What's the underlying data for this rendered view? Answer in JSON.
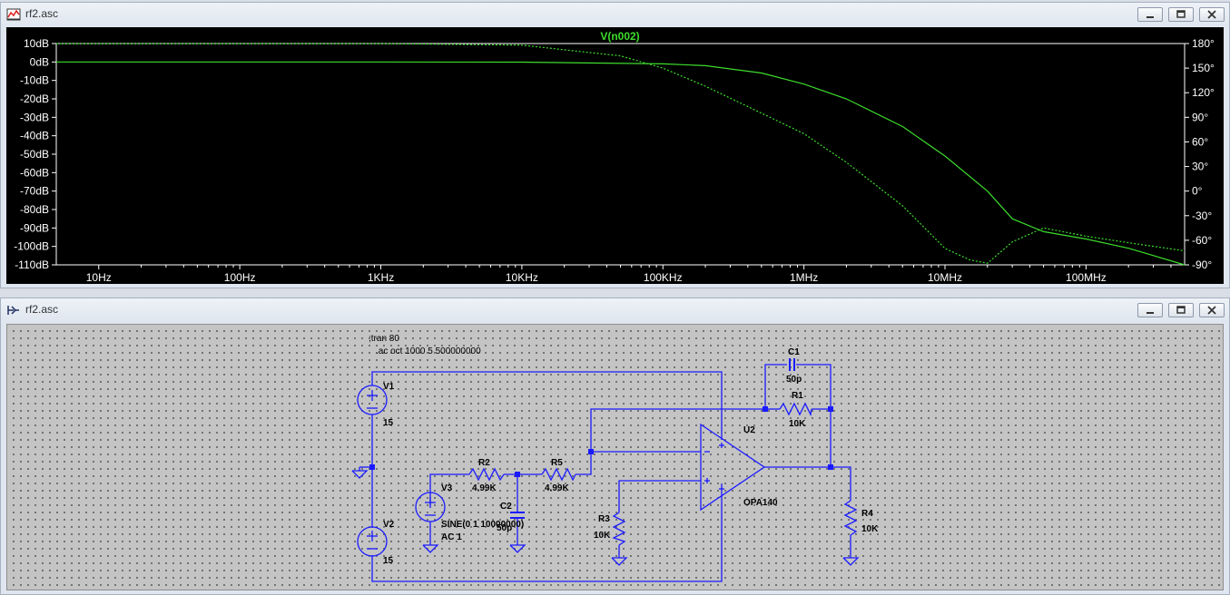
{
  "waveform_window": {
    "title": "rf2.asc",
    "trace_label": "V(n002)",
    "left_axis_ticks": [
      "10dB",
      "0dB",
      "-10dB",
      "-20dB",
      "-30dB",
      "-40dB",
      "-50dB",
      "-60dB",
      "-70dB",
      "-80dB",
      "-90dB",
      "-100dB",
      "-110dB"
    ],
    "right_axis_ticks": [
      "180°",
      "150°",
      "120°",
      "90°",
      "60°",
      "30°",
      "0°",
      "-30°",
      "-60°",
      "-90°"
    ],
    "x_axis_ticks": [
      "10Hz",
      "100Hz",
      "1KHz",
      "10KHz",
      "100KHz",
      "1MHz",
      "10MHz",
      "100MHz"
    ],
    "colors": {
      "background": "#000000",
      "trace": "#3ddc2c",
      "axis_text": "#ffffff",
      "trace_label": "#3ddc2c"
    }
  },
  "chart_data": {
    "type": "line",
    "title": "V(n002)",
    "x_scale": "log",
    "xlim_hz": [
      5,
      500000000
    ],
    "y_left_range_db": [
      -110,
      10
    ],
    "y_right_range_deg": [
      -90,
      180
    ],
    "series": [
      {
        "name": "V(n002)",
        "axis": "left",
        "style": "solid",
        "x_hz": [
          5,
          10,
          100,
          1000,
          10000,
          100000,
          200000,
          500000,
          1000000,
          2000000,
          5000000,
          10000000,
          20000000,
          30000000,
          50000000,
          100000000,
          200000000,
          500000000
        ],
        "y_db": [
          0,
          0,
          0,
          0,
          -0.1,
          -1,
          -2,
          -6,
          -12,
          -20,
          -35,
          -51,
          -70,
          -85,
          -92,
          -96,
          -101,
          -110
        ]
      },
      {
        "name": "V(n002) phase",
        "axis": "right",
        "style": "dotted",
        "x_hz": [
          5,
          10,
          100,
          1000,
          10000,
          50000,
          100000,
          200000,
          500000,
          1000000,
          2000000,
          5000000,
          10000000,
          15000000,
          20000000,
          30000000,
          50000000,
          100000000,
          200000000,
          500000000
        ],
        "y_deg": [
          180,
          180,
          180,
          180,
          178,
          165,
          150,
          128,
          95,
          70,
          35,
          -18,
          -70,
          -84,
          -88,
          -62,
          -45,
          -55,
          -63,
          -73
        ]
      }
    ]
  },
  "schematic_window": {
    "title": "rf2.asc",
    "directives": {
      "tran": ";tran 80",
      "ac": ".ac oct 1000 5 500000000"
    },
    "components": {
      "V1": {
        "name": "V1",
        "value": "15"
      },
      "V2": {
        "name": "V2",
        "value": "15"
      },
      "V3": {
        "name": "V3",
        "value": "SINE(0 1 10000000)",
        "ac": "AC 1"
      },
      "R1": {
        "name": "R1",
        "value": "10K"
      },
      "R2": {
        "name": "R2",
        "value": "4.99K"
      },
      "R3": {
        "name": "R3",
        "value": "10K"
      },
      "R4": {
        "name": "R4",
        "value": "10K"
      },
      "R5": {
        "name": "R5",
        "value": "4.99K"
      },
      "C1": {
        "name": "C1",
        "value": "50p"
      },
      "C2": {
        "name": "C2",
        "value": "50p"
      },
      "U2": {
        "name": "U2",
        "value": "OPA140"
      }
    },
    "colors": {
      "background": "#c4c4c4",
      "wire": "#1a1aff",
      "text": "#000000"
    }
  }
}
